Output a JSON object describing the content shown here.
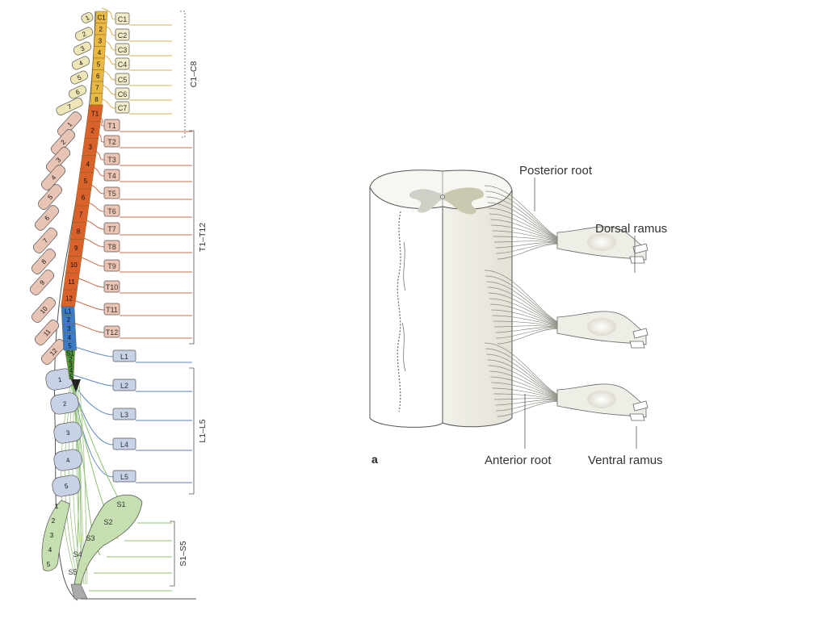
{
  "spine": {
    "cord_segments": {
      "cervical": [
        "C1",
        "2",
        "3",
        "4",
        "5",
        "6",
        "7",
        "8"
      ],
      "thoracic": [
        "T1",
        "2",
        "3",
        "4",
        "5",
        "6",
        "7",
        "8",
        "9",
        "10",
        "11",
        "12"
      ],
      "lumbar": [
        "L1",
        "2",
        "3",
        "4",
        "5"
      ],
      "sacral": [
        "S1",
        "2",
        "3",
        "4",
        "5"
      ]
    },
    "vertebrae": {
      "cervical": [
        "1",
        "2",
        "3",
        "4",
        "5",
        "6",
        "7"
      ],
      "thoracic": [
        "1",
        "2",
        "3",
        "4",
        "5",
        "6",
        "7",
        "8",
        "9",
        "10",
        "11",
        "12"
      ],
      "lumbar": [
        "1",
        "2",
        "3",
        "4",
        "5"
      ],
      "sacral": [
        "1",
        "2",
        "3",
        "4",
        "5"
      ]
    },
    "nerve_labels": {
      "cervical": [
        "C1",
        "C2",
        "C3",
        "C4",
        "C5",
        "C6",
        "C7"
      ],
      "thoracic": [
        "T1",
        "T2",
        "T3",
        "T4",
        "T5",
        "T6",
        "T7",
        "T8",
        "T9",
        "T10",
        "T11",
        "T12"
      ],
      "lumbar": [
        "L1",
        "L2",
        "L3",
        "L4",
        "L5"
      ],
      "sacral": [
        "S1",
        "S2",
        "S3",
        "S4",
        "S5"
      ]
    },
    "groups": {
      "cervical": "C1–C8",
      "thoracic": "T1–T12",
      "lumbar": "L1–L5",
      "sacral": "S1–S5"
    },
    "colors": {
      "cervical": "#e8b840",
      "thoracic": "#d9622b",
      "lumbar": "#3a7cc7",
      "sacral": "#4a9a3a",
      "cervical_nerve": "#d8b050",
      "thoracic_nerve": "#c96a4a",
      "lumbar_nerve": "#5b86c0",
      "sacral_nerve": "#8cc070"
    }
  },
  "cord_detail": {
    "panel_letter": "a",
    "labels": {
      "posterior_root": "Posterior root",
      "dorsal_ramus": "Dorsal ramus",
      "anterior_root": "Anterior root",
      "ventral_ramus": "Ventral ramus"
    }
  }
}
